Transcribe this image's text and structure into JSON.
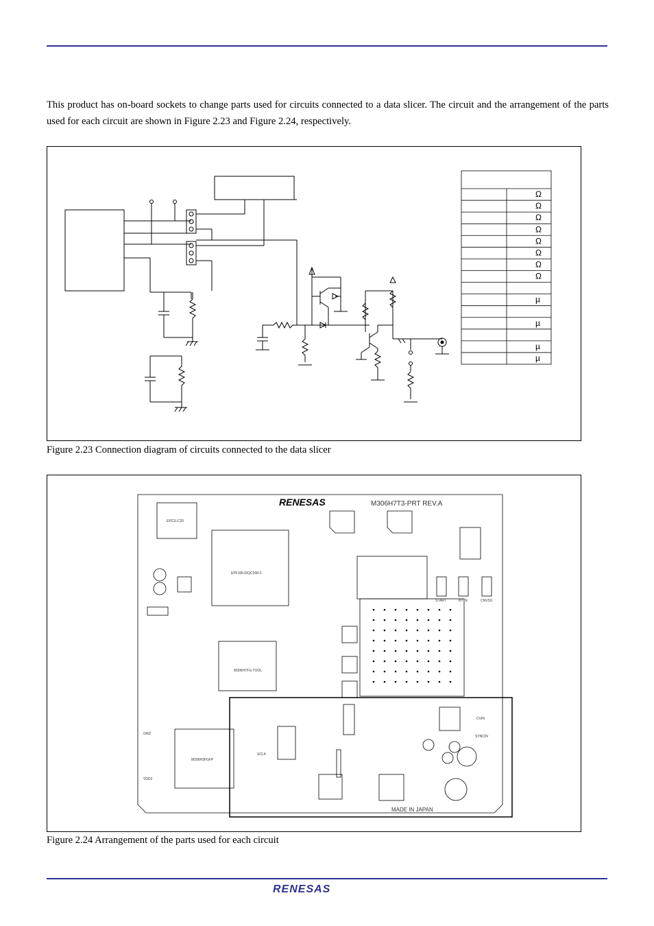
{
  "intro": {
    "text": "This product has on-board sockets to change parts used for circuits connected to a data slicer. The circuit and the arrangement of the parts used for each circuit are shown in Figure 2.23 and Figure 2.24, respectively."
  },
  "figure1": {
    "caption": "Figure 2.23 Connection diagram of circuits connected to the data slicer",
    "table": {
      "units": [
        "Ω",
        "Ω",
        "Ω",
        "Ω",
        "Ω",
        "Ω",
        "Ω",
        "Ω",
        "",
        "µ",
        "",
        "µ",
        "",
        "µ",
        "µ"
      ]
    }
  },
  "figure2": {
    "caption": "Figure 2.24 Arrangement of the parts used for each circuit",
    "board": {
      "logo": "RENESAS",
      "title": "M306H7T3-PRT REV.A",
      "made_in": "MADE IN JAPAN",
      "chip_labels": [
        "EPF10K10QC208-2",
        "M306H7FG-TOOL",
        "M306H3FGFP",
        "EPC1LC20"
      ],
      "switch_labels": [
        "START",
        "BYTE",
        "CNVSS"
      ],
      "test_points": [
        "GND",
        "SYNCIN",
        "CVIN",
        "SCLK",
        "VDD2"
      ]
    }
  },
  "footer": {
    "logo": "RENESAS"
  },
  "colors": {
    "rule": "#2e3192",
    "logo": "#2e3192"
  }
}
